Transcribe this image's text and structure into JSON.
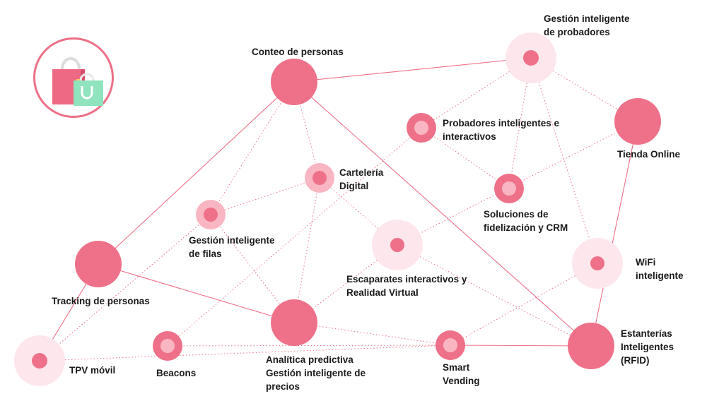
{
  "colors": {
    "solid": "#ee7189",
    "pale": "#fde6ec",
    "light": "#f9b6c2",
    "line": "#ec6f86"
  },
  "logo": {
    "icon": "shopping-bags-icon"
  },
  "nodes": [
    {
      "id": "conteo",
      "lines": [
        "Conteo de personas"
      ]
    },
    {
      "id": "probadores-gestion",
      "lines": [
        "Gestión inteligente",
        "de probadores"
      ]
    },
    {
      "id": "tienda-online",
      "lines": [
        "Tienda Online"
      ]
    },
    {
      "id": "probadores-interactivos",
      "lines": [
        "Probadores inteligentes e",
        "interactivos"
      ]
    },
    {
      "id": "carteleria",
      "lines": [
        "Cartelería",
        "Digital"
      ]
    },
    {
      "id": "fidelizacion",
      "lines": [
        "Soluciones de",
        "fidelización y CRM"
      ]
    },
    {
      "id": "filas",
      "lines": [
        "Gestión inteligente",
        "de filas"
      ]
    },
    {
      "id": "escaparates",
      "lines": [
        "Escaparates interactivos y",
        "Realidad Virtual"
      ]
    },
    {
      "id": "wifi",
      "lines": [
        "WiFi",
        "inteligente"
      ]
    },
    {
      "id": "tracking",
      "lines": [
        "Tracking de personas"
      ]
    },
    {
      "id": "analitica",
      "lines": [
        "Analítica predictiva",
        "Gestión inteligente de",
        "precios"
      ]
    },
    {
      "id": "estanterias",
      "lines": [
        "Estanterías",
        "Inteligentes",
        "(RFID)"
      ]
    },
    {
      "id": "tpv",
      "lines": [
        "TPV móvil"
      ]
    },
    {
      "id": "beacons",
      "lines": [
        "Beacons"
      ]
    },
    {
      "id": "vending",
      "lines": [
        "Smart",
        "Vending"
      ]
    }
  ],
  "edges": [
    {
      "from": "conteo",
      "to": "probadores-gestion",
      "style": "solid"
    },
    {
      "from": "conteo",
      "to": "tracking",
      "style": "solid"
    },
    {
      "from": "conteo",
      "to": "estanterias",
      "style": "solid"
    },
    {
      "from": "conteo",
      "to": "carteleria",
      "style": "dotted"
    },
    {
      "from": "conteo",
      "to": "filas",
      "style": "dotted"
    },
    {
      "from": "tracking",
      "to": "tpv",
      "style": "solid"
    },
    {
      "from": "tracking",
      "to": "analitica",
      "style": "solid"
    },
    {
      "from": "tienda-online",
      "to": "estanterias",
      "style": "solid"
    },
    {
      "from": "estanterias",
      "to": "vending",
      "style": "solid"
    },
    {
      "from": "probadores-gestion",
      "to": "tienda-online",
      "style": "dotted"
    },
    {
      "from": "probadores-gestion",
      "to": "probadores-interactivos",
      "style": "dotted"
    },
    {
      "from": "probadores-gestion",
      "to": "fidelizacion",
      "style": "dotted"
    },
    {
      "from": "probadores-gestion",
      "to": "wifi",
      "style": "dotted"
    },
    {
      "from": "probadores-interactivos",
      "to": "fidelizacion",
      "style": "dotted"
    },
    {
      "from": "probadores-interactivos",
      "to": "beacons",
      "style": "dotted"
    },
    {
      "from": "tienda-online",
      "to": "escaparates",
      "style": "dotted"
    },
    {
      "from": "carteleria",
      "to": "filas",
      "style": "dotted"
    },
    {
      "from": "carteleria",
      "to": "analitica",
      "style": "dotted"
    },
    {
      "from": "carteleria",
      "to": "escaparates",
      "style": "dotted"
    },
    {
      "from": "filas",
      "to": "tpv",
      "style": "dotted"
    },
    {
      "from": "filas",
      "to": "analitica",
      "style": "dotted"
    },
    {
      "from": "escaparates",
      "to": "analitica",
      "style": "dotted"
    },
    {
      "from": "escaparates",
      "to": "estanterias",
      "style": "dotted"
    },
    {
      "from": "wifi",
      "to": "vending",
      "style": "dotted"
    },
    {
      "from": "tpv",
      "to": "vending",
      "style": "dotted"
    },
    {
      "from": "analitica",
      "to": "vending",
      "style": "dotted"
    },
    {
      "from": "beacons",
      "to": "vending",
      "style": "dotted"
    }
  ]
}
